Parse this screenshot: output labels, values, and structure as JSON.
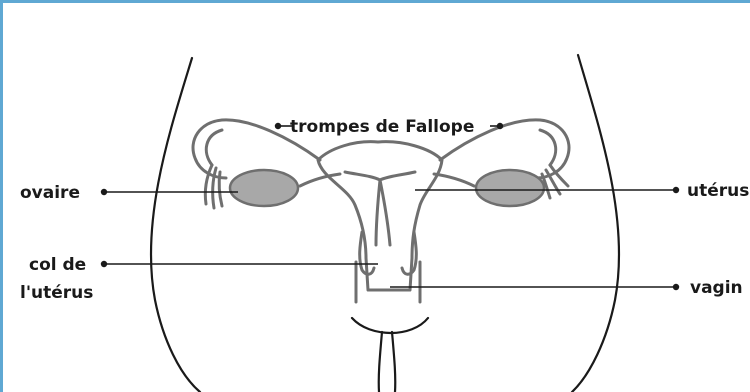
{
  "labels": {
    "fallopian_tubes": "trompes de Fallope",
    "ovary": "ovaire",
    "uterus": "utérus",
    "cervix_line1": "col de",
    "cervix_line2": "l'utérus",
    "vagina": "vagin"
  },
  "colors": {
    "frame_border": "#5fa8d3",
    "organ_stroke": "#6f6f6f",
    "ovary_fill": "#a8a8a8",
    "text": "#1a1a1a"
  }
}
